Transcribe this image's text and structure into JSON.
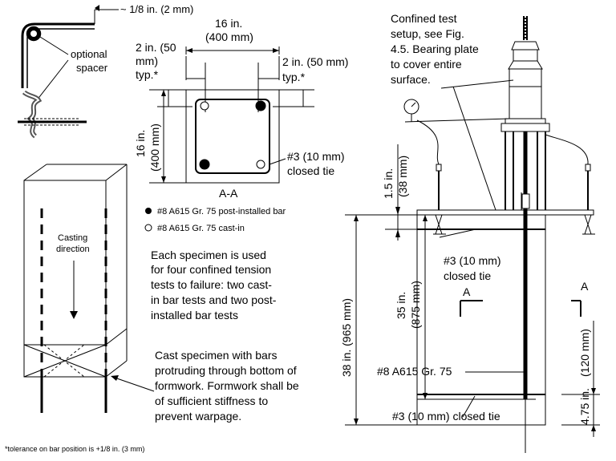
{
  "top_left": {
    "gap_label": "~ 1/8 in. (2 mm)",
    "spacer_label_1": "optional",
    "spacer_label_2": "spacer"
  },
  "section": {
    "width_label_1": "16 in.",
    "width_label_2": "(400 mm)",
    "left_cover_1": "2 in. (50",
    "left_cover_2": "mm)",
    "left_cover_3": "typ.*",
    "right_cover_1": "2 in. (50 mm)",
    "right_cover_2": "typ.*",
    "height_label_1": "16 in.",
    "height_label_2": "(400 mm)",
    "tie_label_1": "#3 (10 mm)",
    "tie_label_2": "closed tie",
    "section_name": "A-A"
  },
  "legend": {
    "post_installed": "#8 A615 Gr. 75 post-installed bar",
    "cast_in": "#8 A615 Gr. 75 cast-in"
  },
  "formwork": {
    "casting_1": "Casting",
    "casting_2": "direction"
  },
  "notes": {
    "specimen_lines": [
      "Each specimen is used",
      "for four confined tension",
      "tests to failure: two cast-",
      "in bar tests and two post-",
      "installed bar tests"
    ],
    "cast_lines": [
      "Cast specimen with bars",
      "protruding through bottom of",
      "formwork. Formwork shall be",
      "of sufficient stiffness to",
      "prevent warpage."
    ],
    "tolerance": "*tolerance on bar position is +1/8 in. (3 mm)"
  },
  "elevation": {
    "setup_lines": [
      "Confined test",
      "setup, see Fig.",
      "4.5. Bearing plate",
      "to cover entire",
      "surface."
    ],
    "dim_1_5_a": "1.5 in.",
    "dim_1_5_b": "(38 mm)",
    "tie_top_1": "#3 (10 mm)",
    "tie_top_2": "closed tie",
    "dim_35_a": "35 in.",
    "dim_35_b": "(875 mm)",
    "dim_38": "38 in. (965 mm)",
    "section_mark_left": "A",
    "section_mark_right": "A",
    "dim_120": "(120 mm)",
    "bar_label": "#8 A615 Gr. 75",
    "dim_475": "4.75 in.",
    "tie_bottom": "#3 (10 mm) closed tie"
  }
}
